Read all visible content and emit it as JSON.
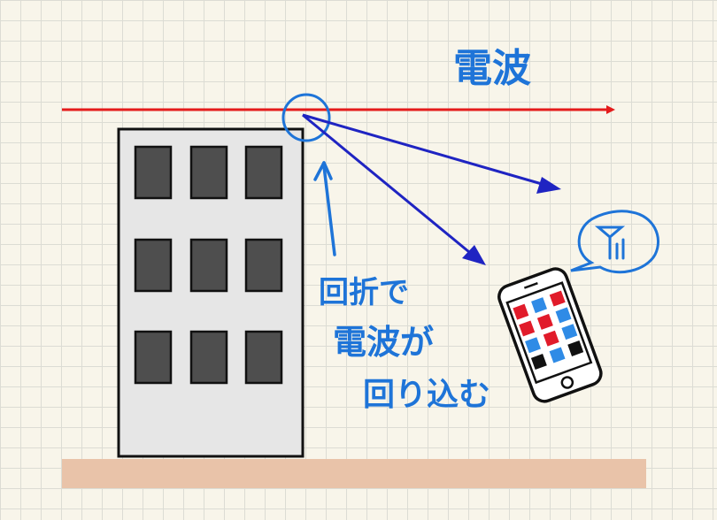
{
  "title": "電波",
  "annotation": {
    "line1": "回折で",
    "line2": "電波が",
    "line3": "回り込む"
  },
  "colors": {
    "wave": "#e41b1b",
    "diffracted": "#1f24c2",
    "label": "#1e74d8",
    "ground": "#e9c3a9",
    "building": "#e6e6e6",
    "window": "#4e4e4e",
    "app_red": "#e11b2a",
    "app_blue": "#2f8be6"
  },
  "icons": [
    "building",
    "smartphone",
    "antenna-signal-icon",
    "speech-bubble"
  ]
}
